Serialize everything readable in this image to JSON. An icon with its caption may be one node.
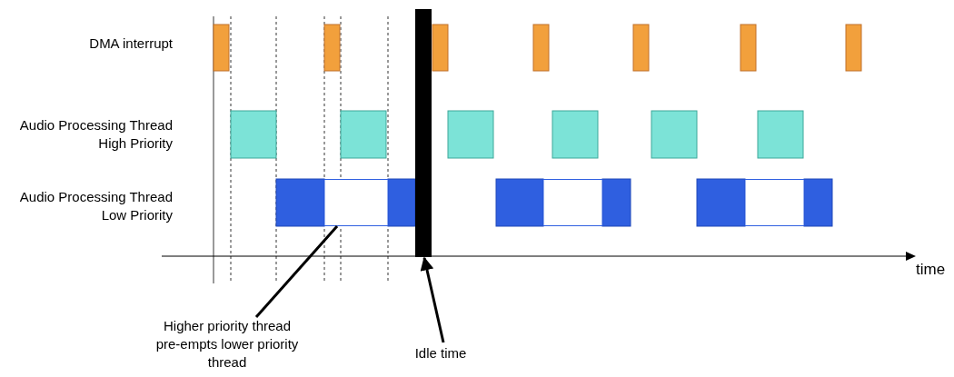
{
  "diagram": {
    "nodes": [
      {
        "text": [
          "Higher priority thread pre-empts lower priority thread"
        ]
      },
      {
        "text": [],
        "shape": "box"
      },
      {
        "text": [
          "Idle time"
        ]
      },
      {
        "text": [],
        "shape": "bar"
      },
      {
        "text": [],
        "shape": "box"
      },
      {
        "text": [],
        "shape": "box"
      }
    ],
    "edges": [
      {
        "from": 0,
        "to": 1,
        "arrow": "none"
      },
      {
        "from": 2,
        "to": 3,
        "arrow": "to"
      }
    ],
    "labels": [
      "DMA interrupt",
      "Audio Processing Thread High Priority",
      "Audio Processing Thread Low Priority",
      "time"
    ]
  }
}
